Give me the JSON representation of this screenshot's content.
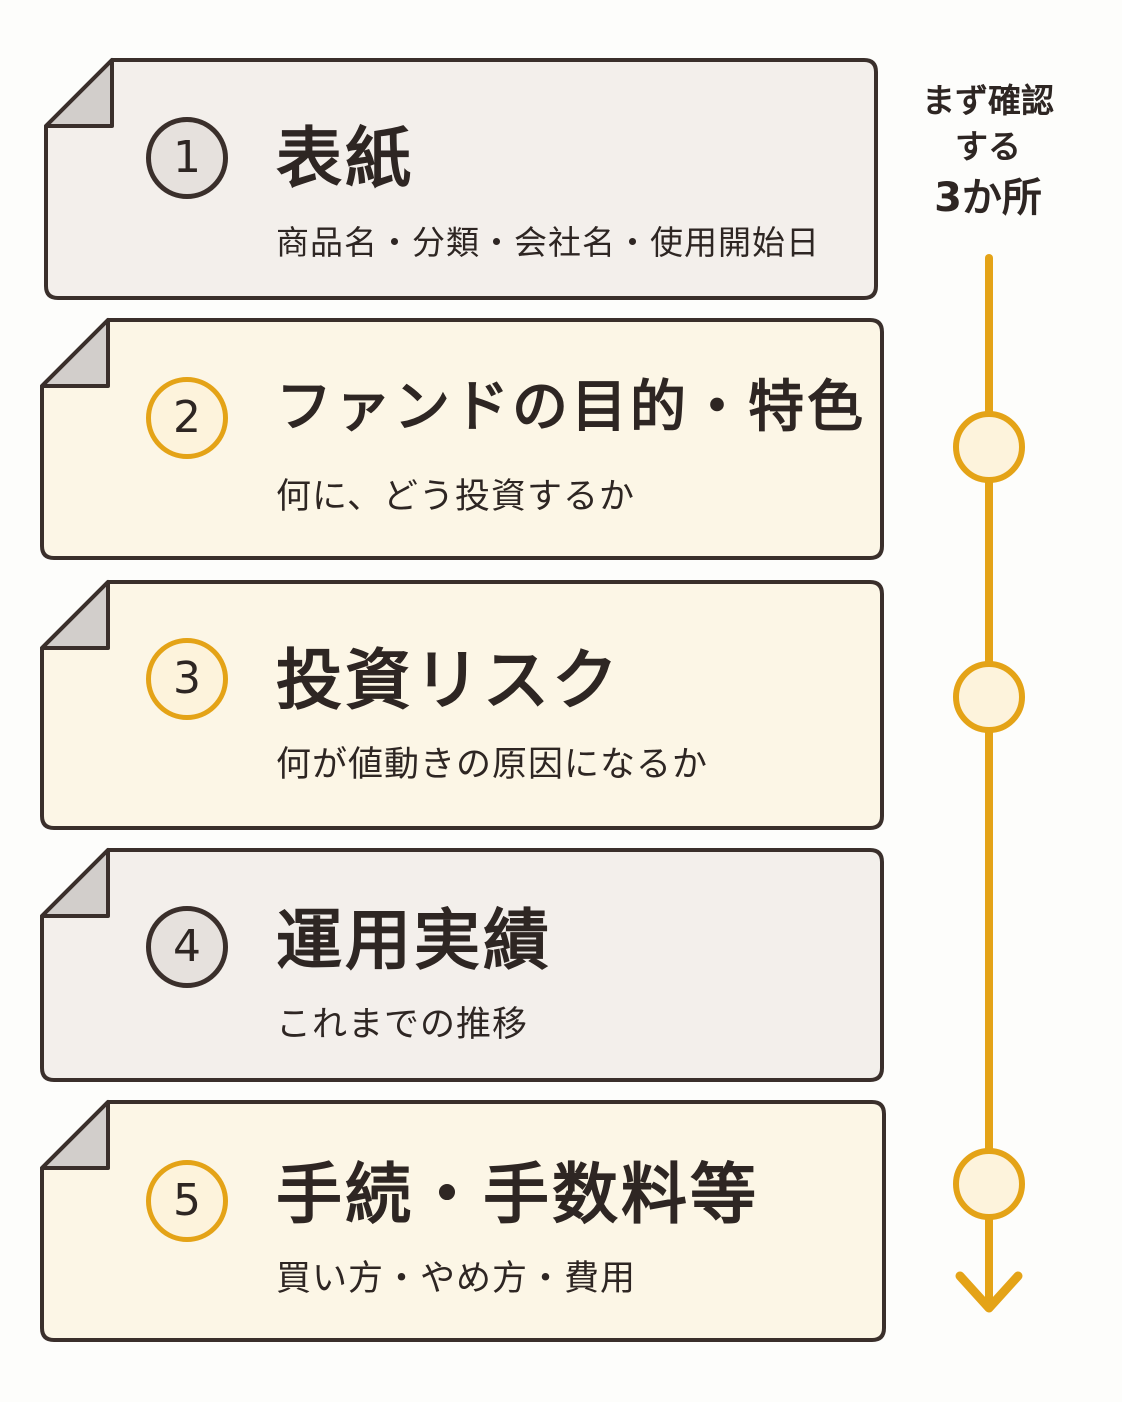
{
  "side_label": {
    "line1": "まず確認",
    "line2": "する",
    "line3": "3か所"
  },
  "colors": {
    "outline": "#3a2f2b",
    "accent": "#e4a317",
    "gray_card": "#f3efeb",
    "cream_card": "#fcf6e6",
    "fold": "#d2cecb"
  },
  "cards": [
    {
      "number": "1",
      "title": "表紙",
      "subtitle": "商品名・分類・会社名・使用開始日",
      "highlighted": false
    },
    {
      "number": "2",
      "title": "ファンドの目的・特色",
      "subtitle": "何に、どう投資するか",
      "highlighted": true
    },
    {
      "number": "3",
      "title": "投資リスク",
      "subtitle": "何が値動きの原因になるか",
      "highlighted": true
    },
    {
      "number": "4",
      "title": "運用実績",
      "subtitle": "これまでの推移",
      "highlighted": false
    },
    {
      "number": "5",
      "title": "手続・手数料等",
      "subtitle": "買い方・やめ方・費用",
      "highlighted": true
    }
  ],
  "flow": {
    "markers": [
      "2",
      "3",
      "5"
    ],
    "arrow_icon": "arrow-down-icon"
  }
}
